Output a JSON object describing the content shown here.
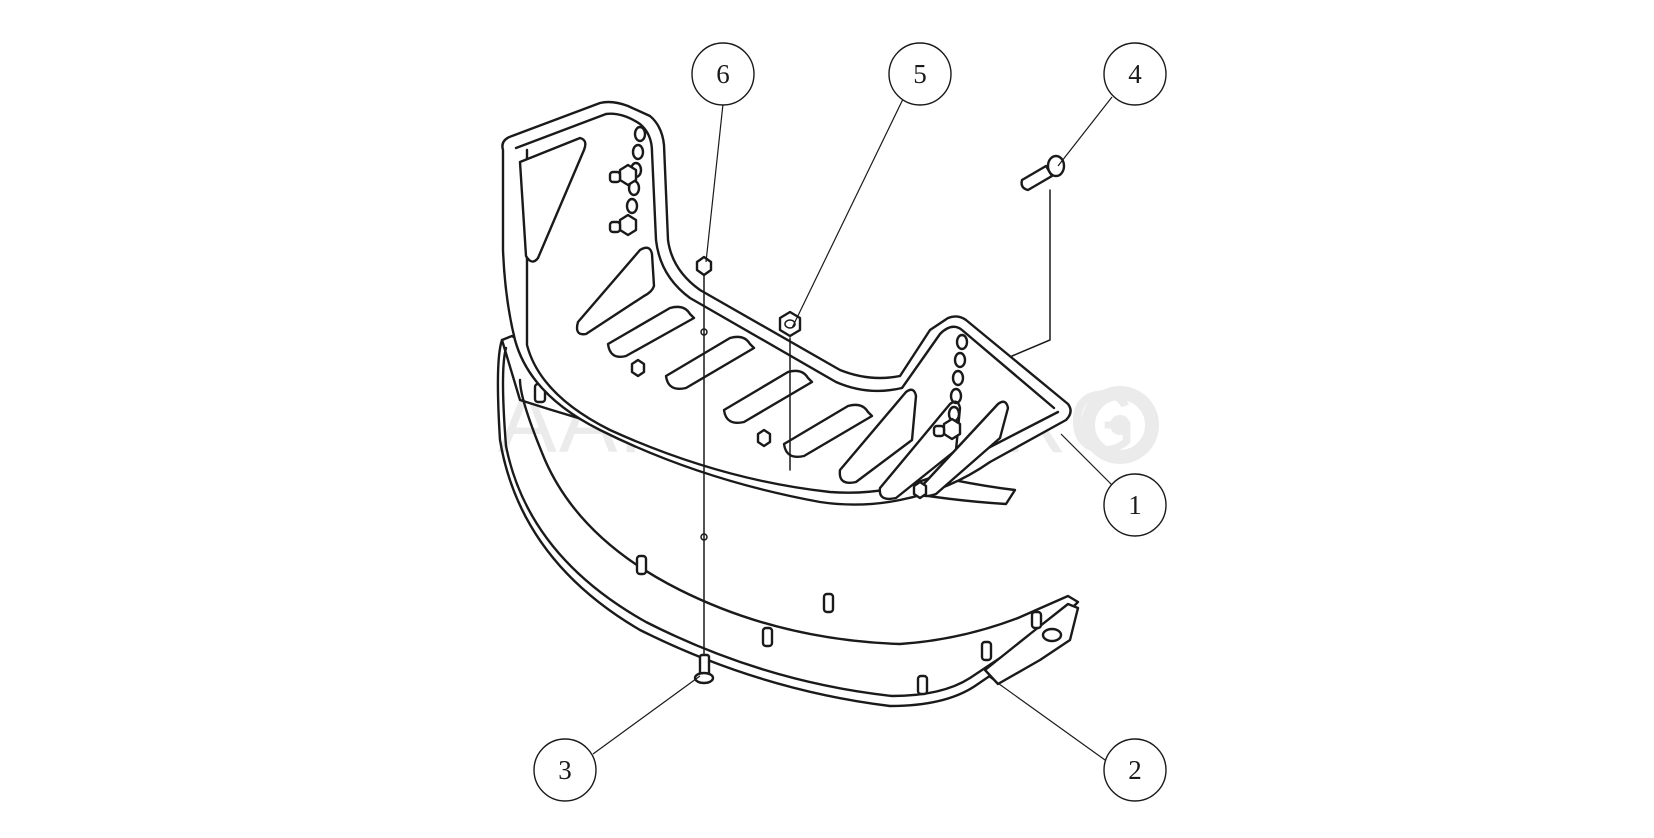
{
  "watermark": {
    "text": "AARDENBURG"
  },
  "callouts": [
    {
      "id": "1",
      "label": "1"
    },
    {
      "id": "2",
      "label": "2"
    },
    {
      "id": "3",
      "label": "3"
    },
    {
      "id": "4",
      "label": "4"
    },
    {
      "id": "5",
      "label": "5"
    },
    {
      "id": "6",
      "label": "6"
    }
  ],
  "colors": {
    "line": "#1a1a1a",
    "background": "#ffffff",
    "watermark": "#ebebeb"
  }
}
